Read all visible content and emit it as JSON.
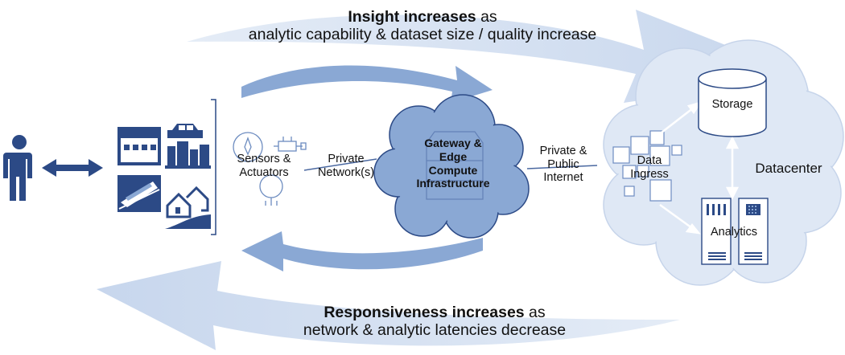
{
  "insight": {
    "bold": "Insight increases",
    "rest": " as",
    "line2": "analytic capability & dataset size / quality increase"
  },
  "responsiveness": {
    "bold": "Responsiveness increases",
    "rest": " as",
    "line2": "network & analytic latencies decrease"
  },
  "nodes": {
    "sensors": [
      "Sensors &",
      "Actuators"
    ],
    "private_network": [
      "Private",
      "Network(s)"
    ],
    "edge": [
      "Gateway &",
      "Edge",
      "Compute",
      "Infrastructure"
    ],
    "internet": [
      "Private &",
      "Public",
      "Internet"
    ],
    "ingress": [
      "Data",
      "Ingress"
    ],
    "storage": "Storage",
    "analytics": "Analytics",
    "datacenter": "Datacenter"
  },
  "icons": [
    "person-icon",
    "factory-icon",
    "car-city-icon",
    "train-icon",
    "houses-icon",
    "sensor-gauge-icon",
    "actuator-icon",
    "cylinder-storage-icon",
    "analytics-server-icon"
  ],
  "colors": {
    "dark_blue": "#2c4a86",
    "mid_blue": "#8aa8d4",
    "light_blue": "#c7d6ec",
    "cloud_blue": "#dfe8f5"
  }
}
